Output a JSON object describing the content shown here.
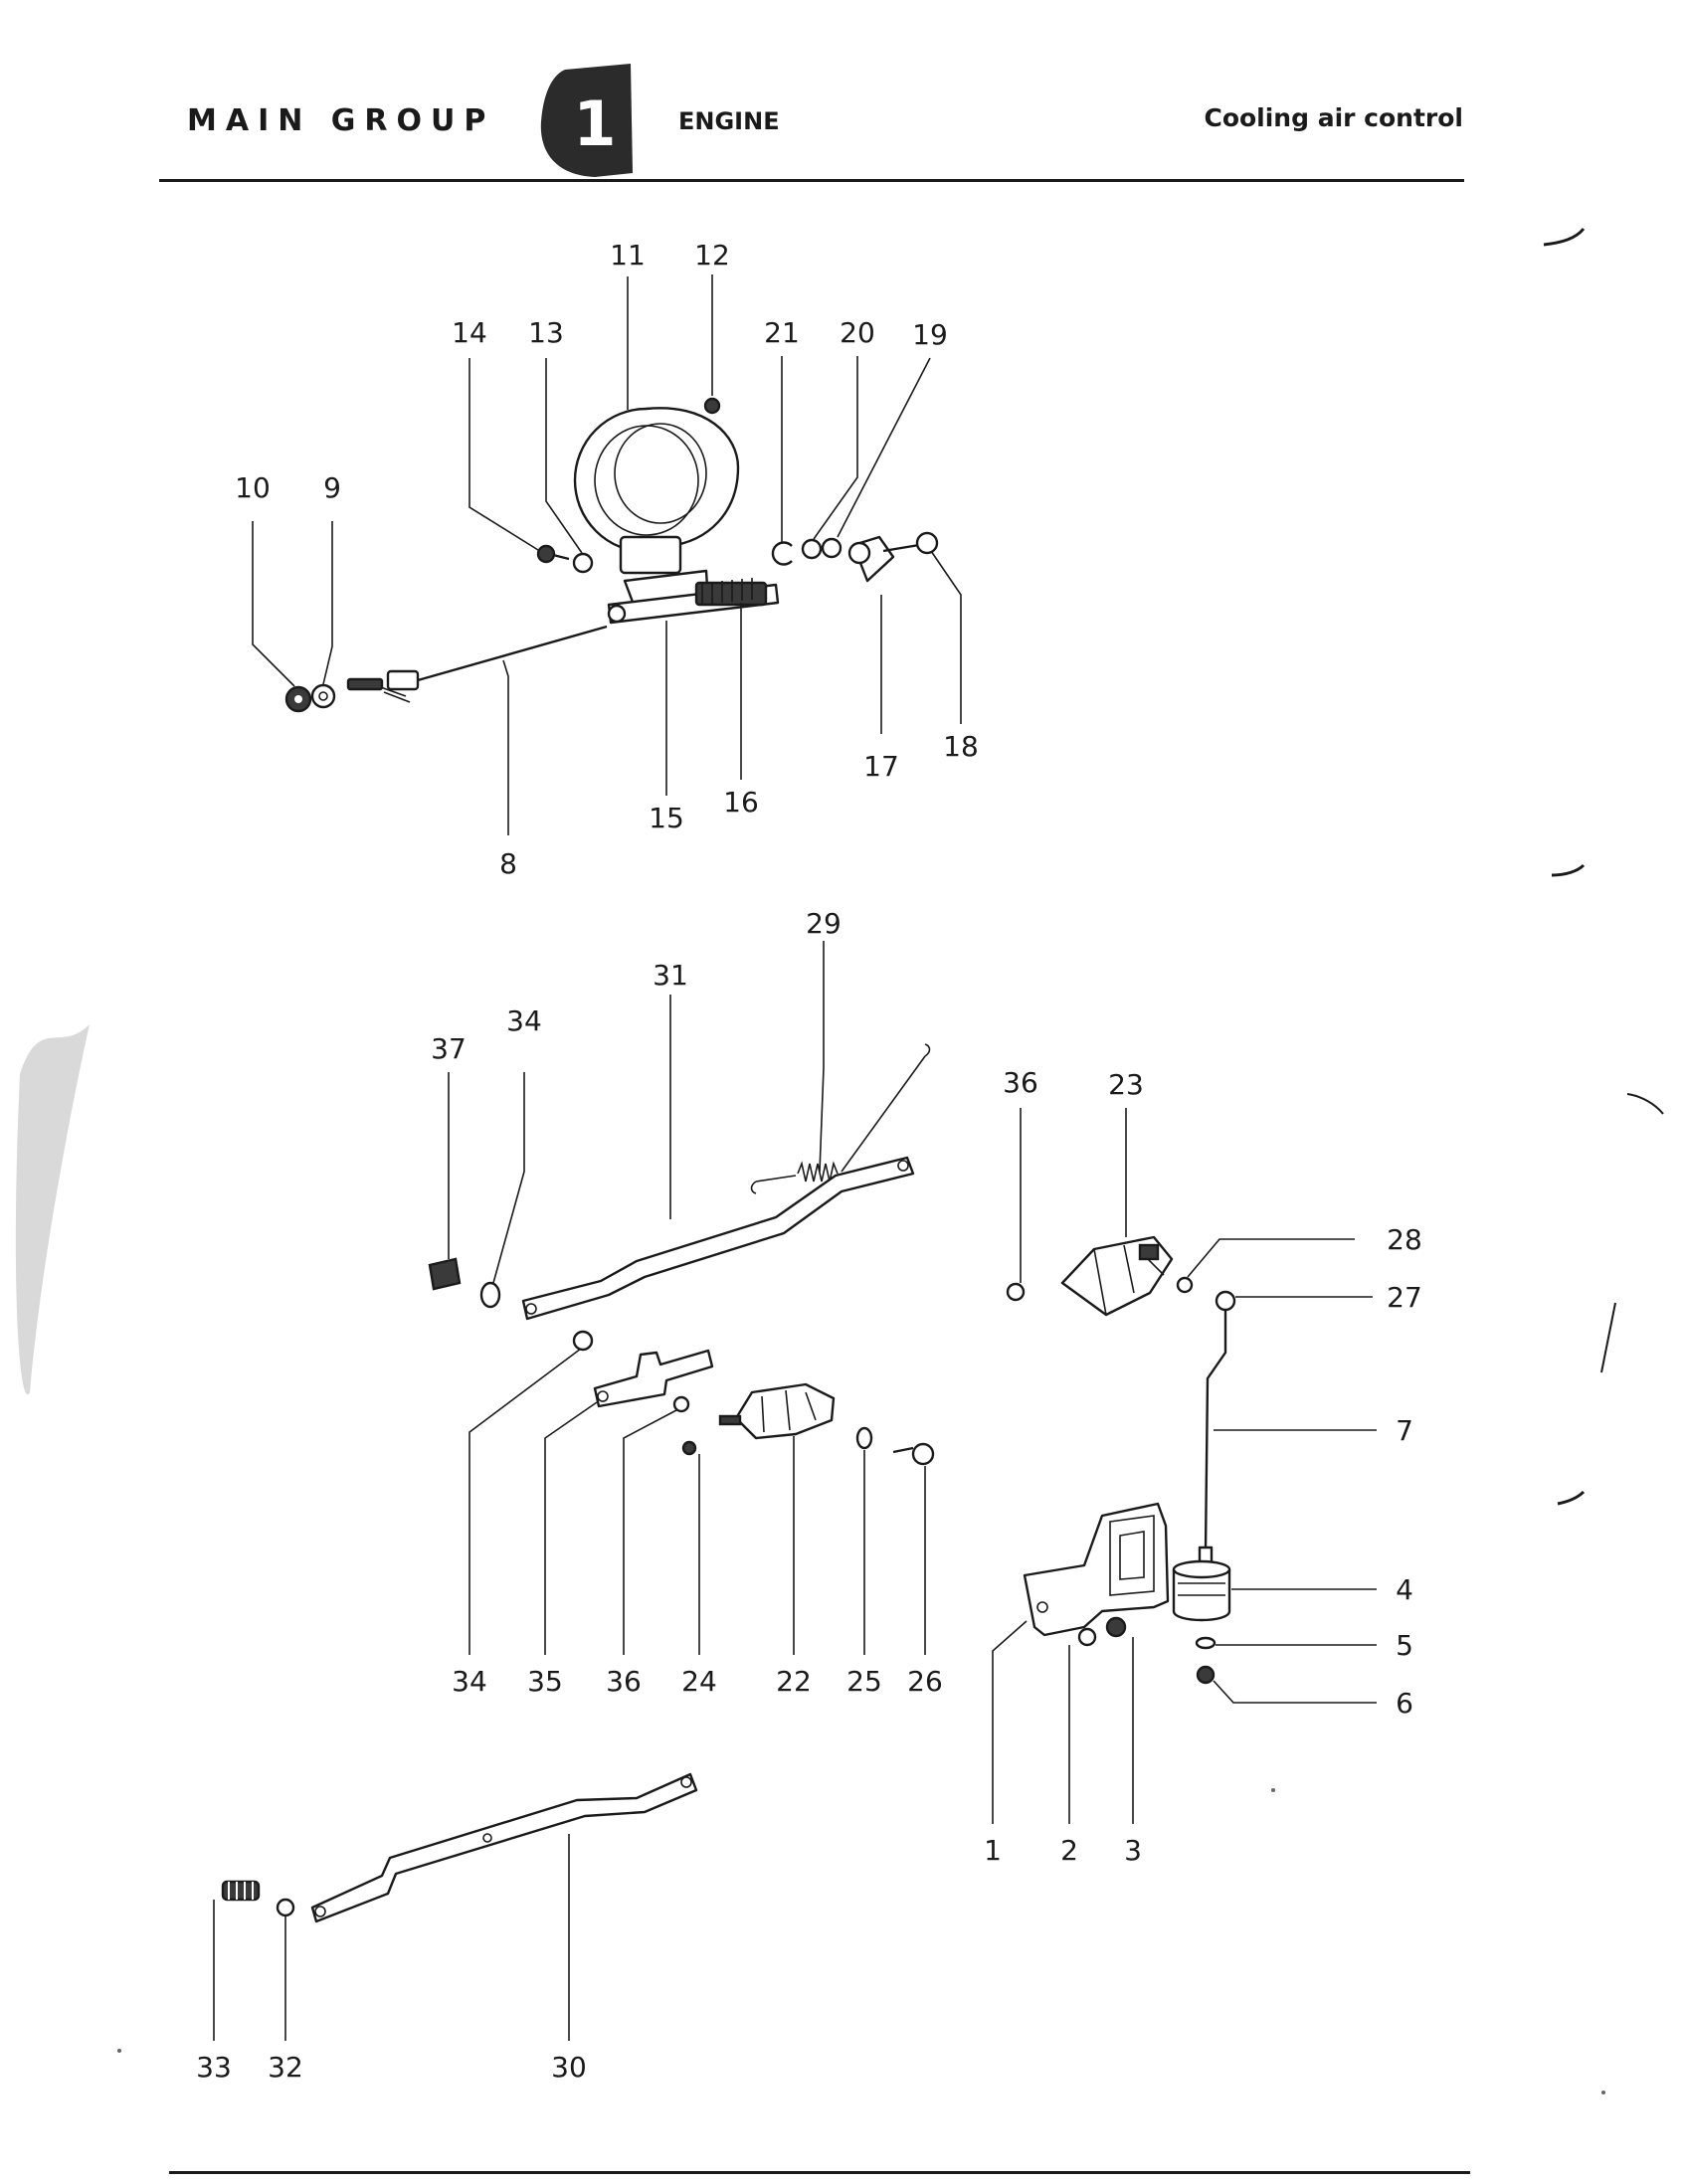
{
  "header": {
    "main_group": "MAIN GROUP",
    "group_number": "1",
    "section": "ENGINE",
    "title": "Cooling air control"
  },
  "callouts": [
    "11",
    "12",
    "14",
    "13",
    "21",
    "20",
    "19",
    "10",
    "9",
    "8",
    "15",
    "16",
    "17",
    "18",
    "29",
    "31",
    "37",
    "34",
    "36",
    "23",
    "28",
    "27",
    "7",
    "4",
    "5",
    "6",
    "34",
    "35",
    "36",
    "24",
    "22",
    "25",
    "26",
    "1",
    "2",
    "3",
    "33",
    "32",
    "30"
  ],
  "colors": {
    "ink": "#1a1a1a",
    "paper": "#ffffff"
  }
}
